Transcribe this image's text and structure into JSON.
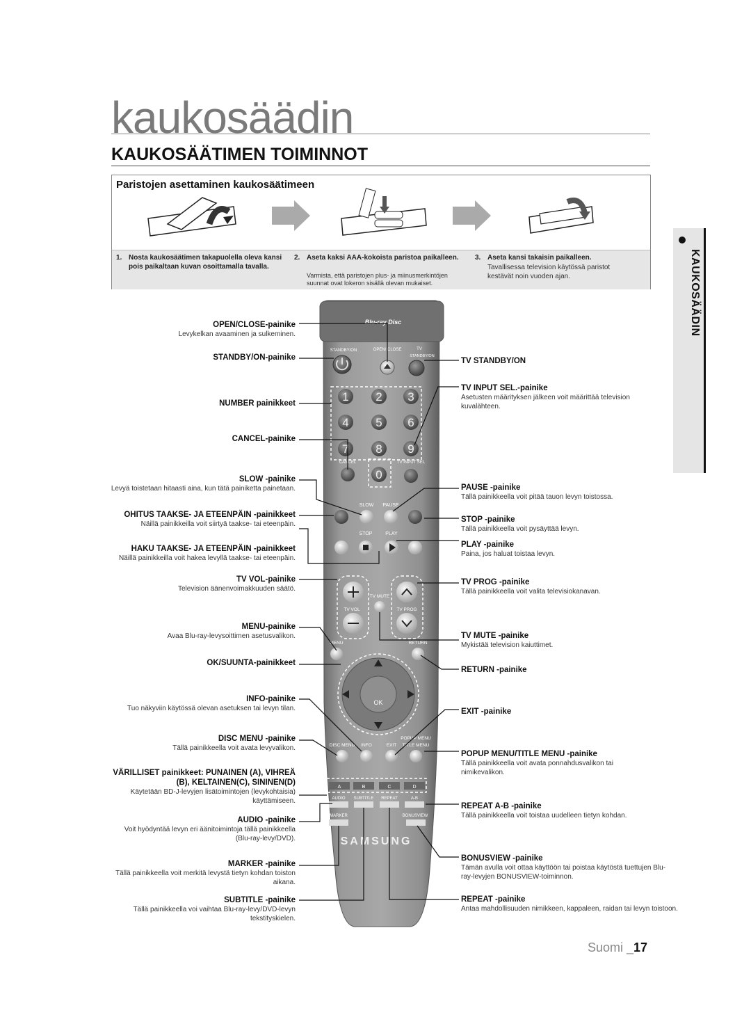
{
  "page_title": "kaukosäädin",
  "section_title": "KAUKOSÄÄTIMEN TOIMINNOT",
  "side_tab": "KAUKOSÄÄDIN",
  "battery": {
    "heading": "Paristojen asettaminen kaukosäätimeen",
    "steps": [
      {
        "num": "1.",
        "text": "Nosta kaukosäätimen takapuolella oleva kansi pois paikaltaan kuvan osoittamalla tavalla.",
        "note": ""
      },
      {
        "num": "2.",
        "text": "Aseta kaksi AAA-kokoista paristoa paikalleen.",
        "note": "Varmista, että paristojen plus- ja miinusmerkintöjen suunnat ovat lokeron sisällä olevan mukaiset."
      },
      {
        "num": "3.",
        "text": "Aseta kansi takaisin paikalleen.",
        "note": "Tavallisessa television käytössä paristot kestävät noin vuoden ajan."
      }
    ]
  },
  "remote": {
    "brand_logo": "Blu-ray Disc",
    "maker": "SAMSUNG",
    "top_labels": {
      "standby": "STANDBY/ON",
      "open": "OPEN/ CLOSE",
      "tv": "TV",
      "tv_standby": "STANDBY/ON"
    },
    "numbers": [
      "1",
      "2",
      "3",
      "4",
      "5",
      "6",
      "7",
      "8",
      "9",
      "0"
    ],
    "cancel": "CANCEL",
    "tv_input": "TV INPUT SEL",
    "slow": "SLOW",
    "pause": "PAUSE",
    "stop": "STOP",
    "play": "PLAY",
    "tv_mute": "TV MUTE",
    "tv_vol": "TV VOL",
    "tv_prog": "TV PROG",
    "menu": "MENU",
    "return": "RETURN",
    "ok": "OK",
    "disc_menu": "DISC MENU",
    "info": "INFO",
    "exit": "EXIT",
    "popup_menu": "POPUP MENU",
    "title_menu": "TITLE MENU",
    "colors": [
      "A",
      "B",
      "C",
      "D"
    ],
    "audio": "AUDIO",
    "subtitle": "SUBTITLE",
    "repeat": "REPEAT",
    "ab": "A-B",
    "marker": "MARKER",
    "bonusview": "BONUSVIEW"
  },
  "left_labels": [
    {
      "title": "OPEN/CLOSE-painike",
      "desc": "Levykelkan avaaminen ja sulkeminen."
    },
    {
      "title": "STANDBY/ON-painike",
      "desc": ""
    },
    {
      "title": "NUMBER painikkeet",
      "desc": ""
    },
    {
      "title": "CANCEL-painike",
      "desc": ""
    },
    {
      "title": "SLOW -painike",
      "desc": "Levyä toistetaan hitaasti aina, kun tätä painiketta painetaan."
    },
    {
      "title": "OHITUS TAAKSE- JA ETEENPÄIN -painikkeet",
      "desc": "Näillä painikkeilla voit siirtyä taakse- tai eteenpäin."
    },
    {
      "title": "HAKU TAAKSE- JA ETEENPÄIN -painikkeet",
      "desc": "Näillä painikkeilla voit hakea levyllä taakse- tai eteenpäin."
    },
    {
      "title": "TV VOL-painike",
      "desc": "Television äänenvoimakkuuden säätö."
    },
    {
      "title": "MENU-painike",
      "desc": "Avaa Blu-ray-levysoittimen asetusvalikon."
    },
    {
      "title": "OK/SUUNTA-painikkeet",
      "desc": ""
    },
    {
      "title": "INFO-painike",
      "desc": "Tuo näkyviin käytössä olevan asetuksen tai levyn tilan."
    },
    {
      "title": "DISC MENU -painike",
      "desc": "Tällä painikkeella voit avata levyvalikon."
    },
    {
      "title": "VÄRILLISET painikkeet: PUNAINEN (A), VIHREÄ (B), KELTAINEN(C), SININEN(D)",
      "desc": "Käytetään BD-J-levyjen lisätoimintojen (levykohtaisia) käyttämiseen."
    },
    {
      "title": "AUDIO -painike",
      "desc": "Voit hyödyntää levyn eri äänitoimintoja tällä painikkeella (Blu-ray-levy/DVD)."
    },
    {
      "title": "MARKER -painike",
      "desc": "Tällä painikkeella voit merkitä levystä tietyn kohdan toiston aikana."
    },
    {
      "title": "SUBTITLE -painike",
      "desc": "Tällä painikkeella voi vaihtaa Blu-ray-levy/DVD-levyn tekstityskielen."
    }
  ],
  "right_labels": [
    {
      "title": "TV STANDBY/ON",
      "desc": ""
    },
    {
      "title": "TV INPUT SEL.-painike",
      "desc": "Asetusten määrityksen jälkeen voit määrittää television kuvalähteen."
    },
    {
      "title": "PAUSE -painike",
      "desc": "Tällä painikkeella voit pitää tauon levyn toistossa."
    },
    {
      "title": "STOP -painike",
      "desc": "Tällä painikkeella voit pysäyttää levyn."
    },
    {
      "title": "PLAY -painike",
      "desc": "Paina, jos haluat toistaa levyn."
    },
    {
      "title": "TV PROG -painike",
      "desc": "Tällä painikkeella voit valita televisiokanavan."
    },
    {
      "title": "TV MUTE -painike",
      "desc": "Mykistää television kaiuttimet."
    },
    {
      "title": "RETURN -painike",
      "desc": ""
    },
    {
      "title": "EXIT -painike",
      "desc": ""
    },
    {
      "title": "POPUP MENU/TITLE MENU -painike",
      "desc": "Tällä painikkeella voit avata ponnahdusvalikon tai nimikevalikon."
    },
    {
      "title": "REPEAT A-B -painike",
      "desc": "Tällä painikkeella voit toistaa uudelleen tietyn kohdan."
    },
    {
      "title": "BONUSVIEW -painike",
      "desc": "Tämän avulla voit ottaa käyttöön tai poistaa käytöstä tuettujen Blu-ray-levyjen BONUSVIEW-toiminnon."
    },
    {
      "title": "REPEAT -painike",
      "desc": "Antaa mahdollisuuden nimikkeen, kappaleen, raidan tai levyn toistoon."
    }
  ],
  "footer": {
    "language": "Suomi _",
    "page": "17"
  }
}
